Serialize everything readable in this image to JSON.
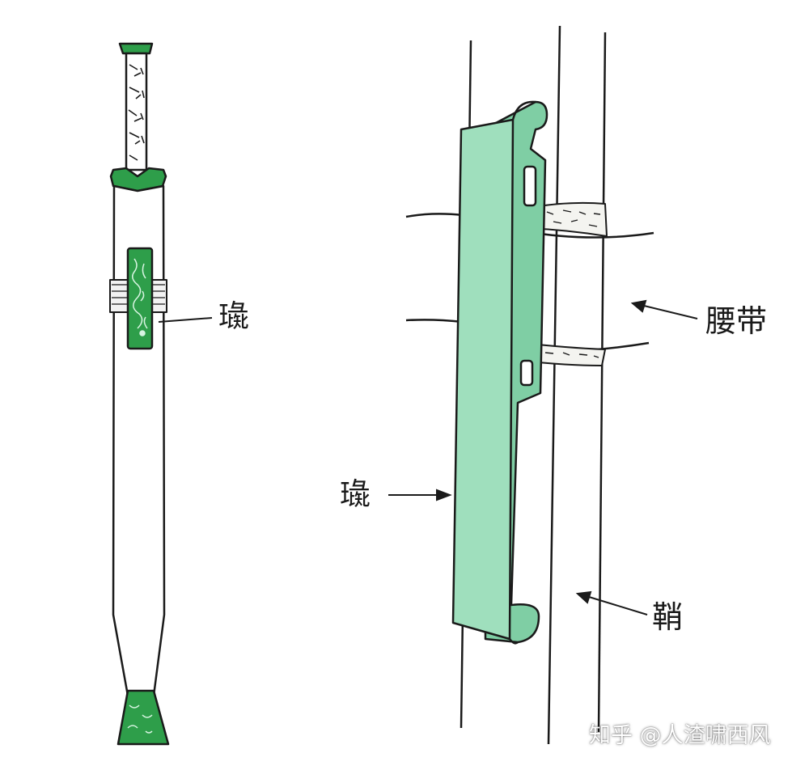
{
  "labels": {
    "zhi_left": "璏",
    "yaodai": "腰带",
    "zhi_right": "璏",
    "qiao": "鞘"
  },
  "watermark": "知乎 @人渣啸西风",
  "colors": {
    "jade_fill": "#9fdfbd",
    "jade_dark": "#2e9e4a",
    "line": "#1a1a1a",
    "background": "#ffffff"
  }
}
